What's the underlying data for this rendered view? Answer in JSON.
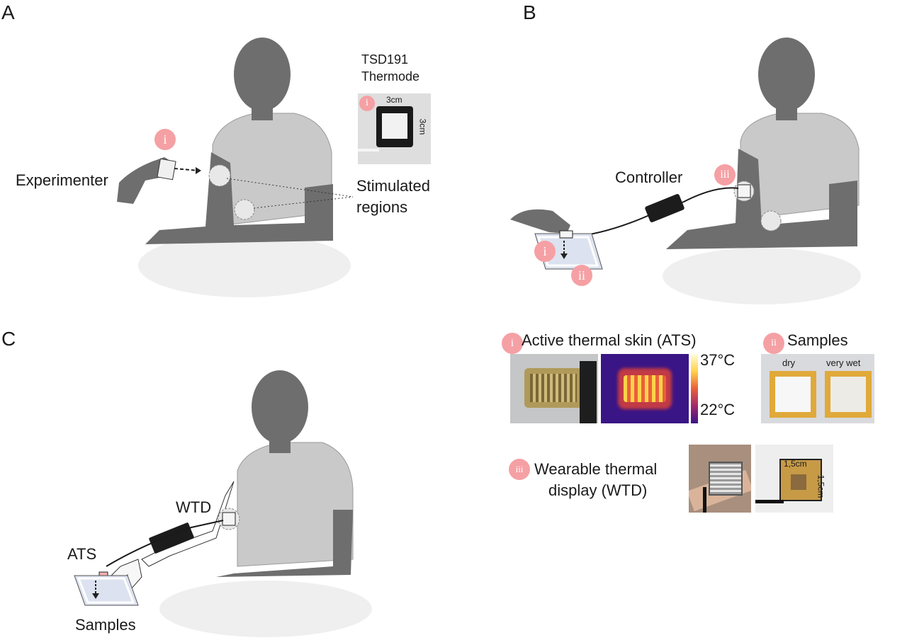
{
  "panels": {
    "A": {
      "letter": "A",
      "experimenter_label": "Experimenter",
      "stimulated_label_1": "Stimulated",
      "stimulated_label_2": "regions",
      "device_title_1": "TSD191",
      "device_title_2": "Thermode",
      "device_dim_w": "3cm",
      "device_dim_h": "3cm",
      "badge": "i",
      "photo_badge": "i"
    },
    "B": {
      "letter": "B",
      "controller_label": "Controller",
      "badge_i": "i",
      "badge_ii": "ii",
      "badge_iii": "iii"
    },
    "C": {
      "letter": "C",
      "wtd_label": "WTD",
      "ats_label": "ATS",
      "samples_label": "Samples"
    }
  },
  "legend": {
    "ats": {
      "badge": "i",
      "title": "Active thermal skin (ATS)",
      "temp_high": "37°C",
      "temp_low": "22°C"
    },
    "samples": {
      "badge": "ii",
      "title": "Samples",
      "dry": "dry",
      "very_wet": "very wet"
    },
    "wtd": {
      "badge": "iii",
      "title_1": "Wearable thermal",
      "title_2": "display (WTD)",
      "dim_w": "1,5cm",
      "dim_h": "1,5cm"
    }
  },
  "colors": {
    "badge": "#f5a0a4",
    "silhouette": "#6e6e6e",
    "shirt": "#c9c9c9",
    "controller": "#1c1c1c",
    "sample_frame": "#e0a93a",
    "heat_core": "#ffd24a",
    "heat_bg": "#3a1585"
  }
}
